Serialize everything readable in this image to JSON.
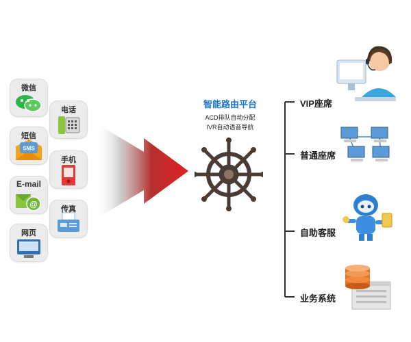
{
  "channels": [
    {
      "label": "微信"
    },
    {
      "label": "电话"
    },
    {
      "label": "短信"
    },
    {
      "label": "手机"
    },
    {
      "label": "E-mail"
    },
    {
      "label": "传真"
    },
    {
      "label": "网页"
    }
  ],
  "sms_badge": "SMS",
  "email_glyph": "@",
  "platform": {
    "title": "智能路由平台",
    "line1": "ACD排队自动分配",
    "line2": "IVR自动语音导航"
  },
  "destinations": [
    {
      "label": "VIP座席"
    },
    {
      "label": "普通座席"
    },
    {
      "label": "自助客服"
    },
    {
      "label": "业务系统"
    }
  ],
  "colors": {
    "accent_blue": "#1a73c7",
    "arrow_red": "#d91c1c",
    "wheel_brown": "#4a3b34",
    "wechat_green": "#2db34a"
  }
}
